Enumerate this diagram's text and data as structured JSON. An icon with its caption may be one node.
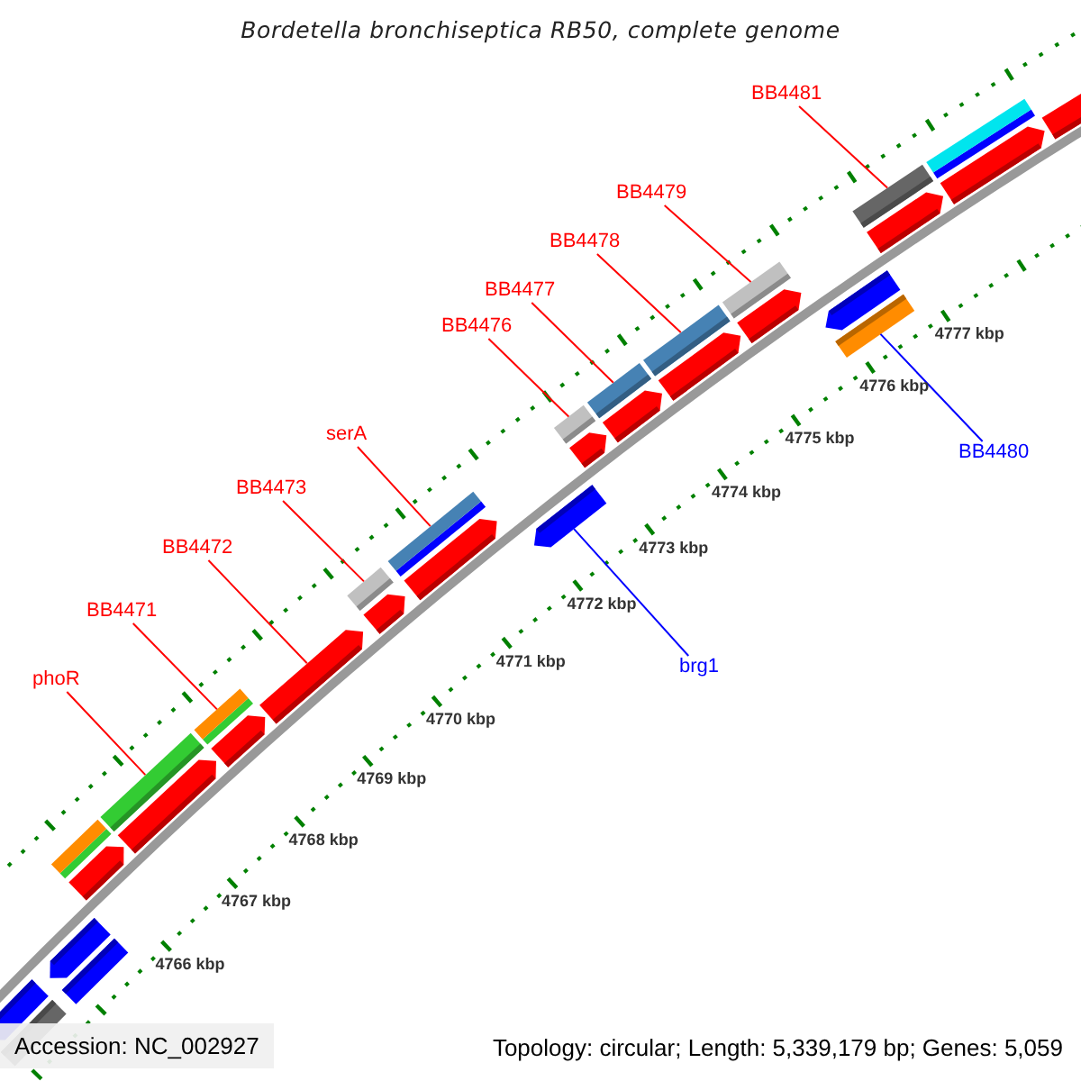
{
  "diagram": {
    "title": "Bordetella bronchiseptica RB50, complete genome",
    "nodes": [
      {
        "text": [
          "BB4481"
        ]
      },
      {
        "text": [
          "BB4479"
        ]
      },
      {
        "text": [
          "BB4478"
        ]
      },
      {
        "text": [
          "BB4477"
        ]
      },
      {
        "text": [
          "BB4476"
        ]
      },
      {
        "text": [
          "serA"
        ]
      },
      {
        "text": [
          "BB4480"
        ]
      },
      {
        "text": [
          "BB4473"
        ]
      },
      {
        "text": [
          "BB4472"
        ]
      },
      {
        "text": [
          "BB4471"
        ]
      },
      {
        "text": [
          "brg1"
        ]
      },
      {
        "text": [
          "phoR"
        ]
      },
      {
        "text": [],
        "shape": "pentagon"
      },
      {
        "text": [],
        "shape": "bar"
      },
      {
        "text": [],
        "shape": "pentagon"
      },
      {
        "text": [],
        "shape": "bar"
      },
      {
        "text": [],
        "shape": "pentagon"
      },
      {
        "text": [],
        "shape": "bar"
      },
      {
        "text": [],
        "shape": "pentagon"
      },
      {
        "text": [],
        "shape": "bar"
      },
      {
        "text": [],
        "shape": "pentagon"
      },
      {
        "text": [],
        "shape": "bar"
      },
      {
        "text": [],
        "shape": "pentagon"
      },
      {
        "text": [],
        "shape": "pentagon"
      },
      {
        "text": [],
        "shape": "bar"
      },
      {
        "text": [],
        "shape": "pentagon"
      },
      {
        "text": [],
        "shape": "bar"
      },
      {
        "text": [],
        "shape": "pentagon"
      },
      {
        "text": [],
        "shape": "pentagon"
      },
      {
        "text": [],
        "shape": "bar"
      },
      {
        "text": [],
        "shape": "pentagon"
      },
      {
        "text": [],
        "shape": "bar"
      },
      {
        "text": [],
        "shape": "pentagon"
      },
      {
        "text": [],
        "shape": "bar"
      },
      {
        "text": [],
        "shape": "pentagon"
      },
      {
        "text": [],
        "shape": "bar"
      },
      {
        "text": [],
        "shape": "pentagon"
      },
      {
        "text": [],
        "shape": "bar"
      },
      {
        "text": [],
        "shape": "pentagon"
      },
      {
        "text": [],
        "shape": "bar"
      },
      {
        "text": [],
        "shape": "pentagon"
      },
      {
        "text": [],
        "shape": "bar"
      },
      {
        "text": [],
        "shape": "pentagon"
      }
    ],
    "edges": [
      {
        "from": 0,
        "to": 39,
        "arrow": "none"
      },
      {
        "from": 1,
        "to": 35,
        "arrow": "none"
      },
      {
        "from": 2,
        "to": 33,
        "arrow": "none"
      },
      {
        "from": 3,
        "to": 31,
        "arrow": "none"
      },
      {
        "from": 4,
        "to": 29,
        "arrow": "none"
      },
      {
        "from": 5,
        "to": 26,
        "arrow": "none"
      },
      {
        "from": 6,
        "to": 37,
        "arrow": "none",
        "color": "#0000ff"
      },
      {
        "from": 7,
        "to": 24,
        "arrow": "none"
      },
      {
        "from": 8,
        "to": 22,
        "arrow": "none"
      },
      {
        "from": 9,
        "to": 21,
        "arrow": "none"
      },
      {
        "from": 10,
        "to": 27,
        "arrow": "none",
        "color": "#0000ff"
      },
      {
        "from": 11,
        "to": 19,
        "arrow": "none"
      }
    ],
    "labels": [
      "4766 kbp",
      "4767 kbp",
      "4768 kbp",
      "4769 kbp",
      "4770 kbp",
      "4771 kbp",
      "4772 kbp",
      "4773 kbp",
      "4774 kbp",
      "4775 kbp",
      "4776 kbp",
      "4777 kbp",
      "Accession: NC_002927",
      "Topology: circular; Length: 5,339,179 bp; Genes: 5,059"
    ]
  }
}
